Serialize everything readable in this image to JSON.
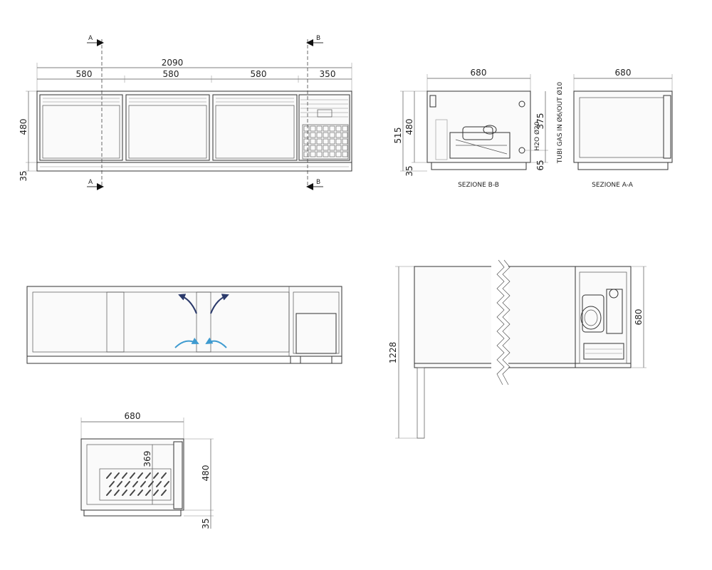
{
  "front_view": {
    "total_width": "2090",
    "segments": [
      "580",
      "580",
      "580",
      "350"
    ],
    "height": "480",
    "base": "35",
    "section_a": "A",
    "section_b": "B"
  },
  "section_bb": {
    "width": "680",
    "height_total": "515",
    "height": "480",
    "base": "35",
    "pipe_height": "375",
    "pipe_offset": "65",
    "h2o_label": "H2O Ø20",
    "gas_label": "TUBI GAS IN Ø6/OUT Ø10",
    "caption": "SEZIONE B-B"
  },
  "section_aa": {
    "width": "680",
    "caption": "SEZIONE A-A"
  },
  "side_view": {
    "length": "1228",
    "depth": "680"
  },
  "plan_view": {
    "width": "680",
    "depth": "369",
    "height": "480",
    "base": "35"
  },
  "colors": {
    "line": "#333333",
    "airflow_out": "#2b3a6b",
    "airflow_in": "#3f9bd0"
  }
}
